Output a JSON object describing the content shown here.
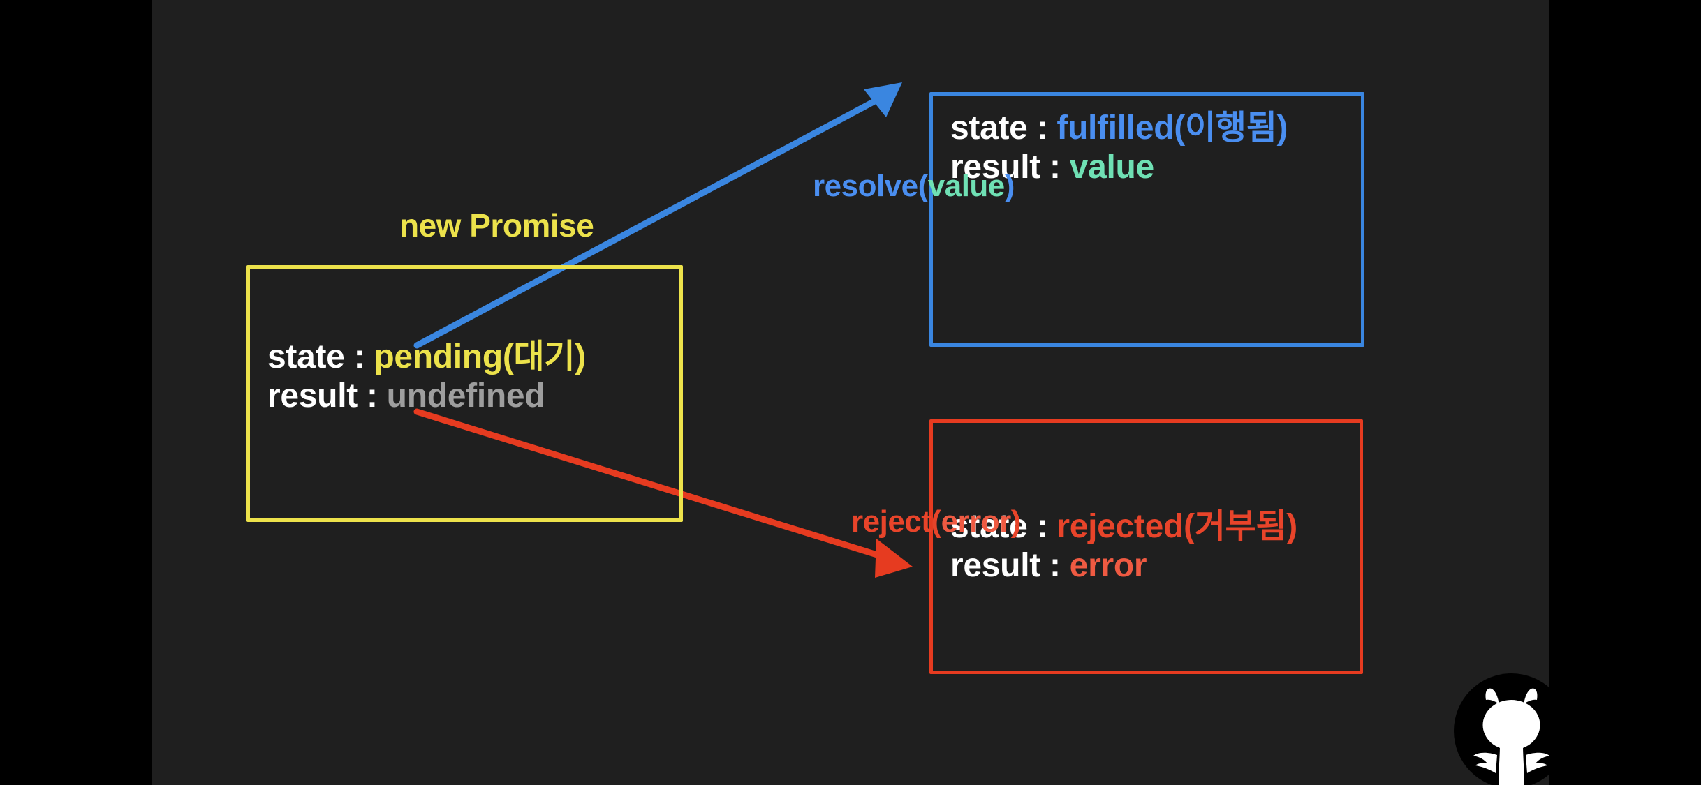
{
  "slide": {
    "title_label": "new Promise",
    "background_color": "#1f1f1f",
    "letterbox_color": "#000000"
  },
  "colors": {
    "pending_yellow": "#ece24b",
    "fulfilled_blue": "#3a86e0",
    "rejected_red": "#e63b20",
    "value_mint": "#6fe0b4",
    "error_salmon": "#ef5a42",
    "undefined_gray": "#9e9e9e",
    "text_white": "#ffffff"
  },
  "boxes": {
    "pending": {
      "caption": "new Promise",
      "state_key": "state : ",
      "state_value": "pending(대기)",
      "result_key": "result : ",
      "result_value": "undefined"
    },
    "fulfilled": {
      "state_key": "state : ",
      "state_value": "fulfilled(이행됨)",
      "result_key": "result : ",
      "result_value": "value"
    },
    "rejected": {
      "state_key": "state : ",
      "state_value": "rejected(거부됨)",
      "result_key": "result : ",
      "result_value": "error"
    }
  },
  "arrows": {
    "resolve": {
      "label_prefix": "resolve(",
      "label_arg": "value",
      "label_suffix": ")"
    },
    "reject": {
      "label_prefix": "reject(",
      "label_arg": "error",
      "label_suffix": ")"
    }
  },
  "mascot": {
    "name": "devil-mascot-logo"
  }
}
